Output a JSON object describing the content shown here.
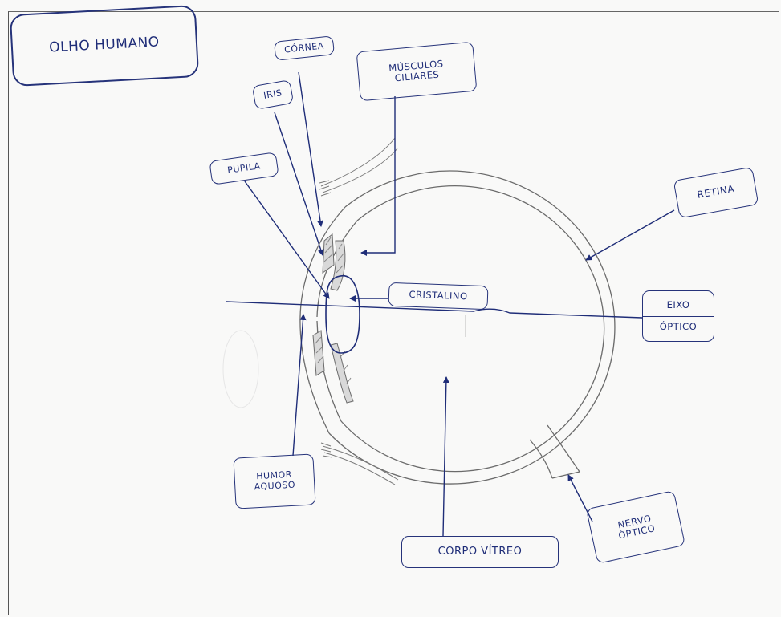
{
  "title": "OLHO HUMANO",
  "labels": {
    "cornea": "CÓRNEA",
    "iris": "IRIS",
    "musculos_ciliares_1": "MÚSCULOS",
    "musculos_ciliares_2": "CILIARES",
    "pupila": "PUPILA",
    "retina": "RETINA",
    "cristalino": "CRISTALINO",
    "eixo_optico_1": "EIXO",
    "eixo_optico_2": "ÓPTICO",
    "humor_aquoso_1": "HUMOR",
    "humor_aquoso_2": "AQUOSO",
    "corpo_vitreo": "CORPO VÍTREO",
    "nervo_optico_1": "NERVO",
    "nervo_optico_2": "ÓPTICO"
  },
  "colors": {
    "ink": "#1f2d78",
    "pencil": "#6b6b6b",
    "paper": "#f9f9f8"
  }
}
